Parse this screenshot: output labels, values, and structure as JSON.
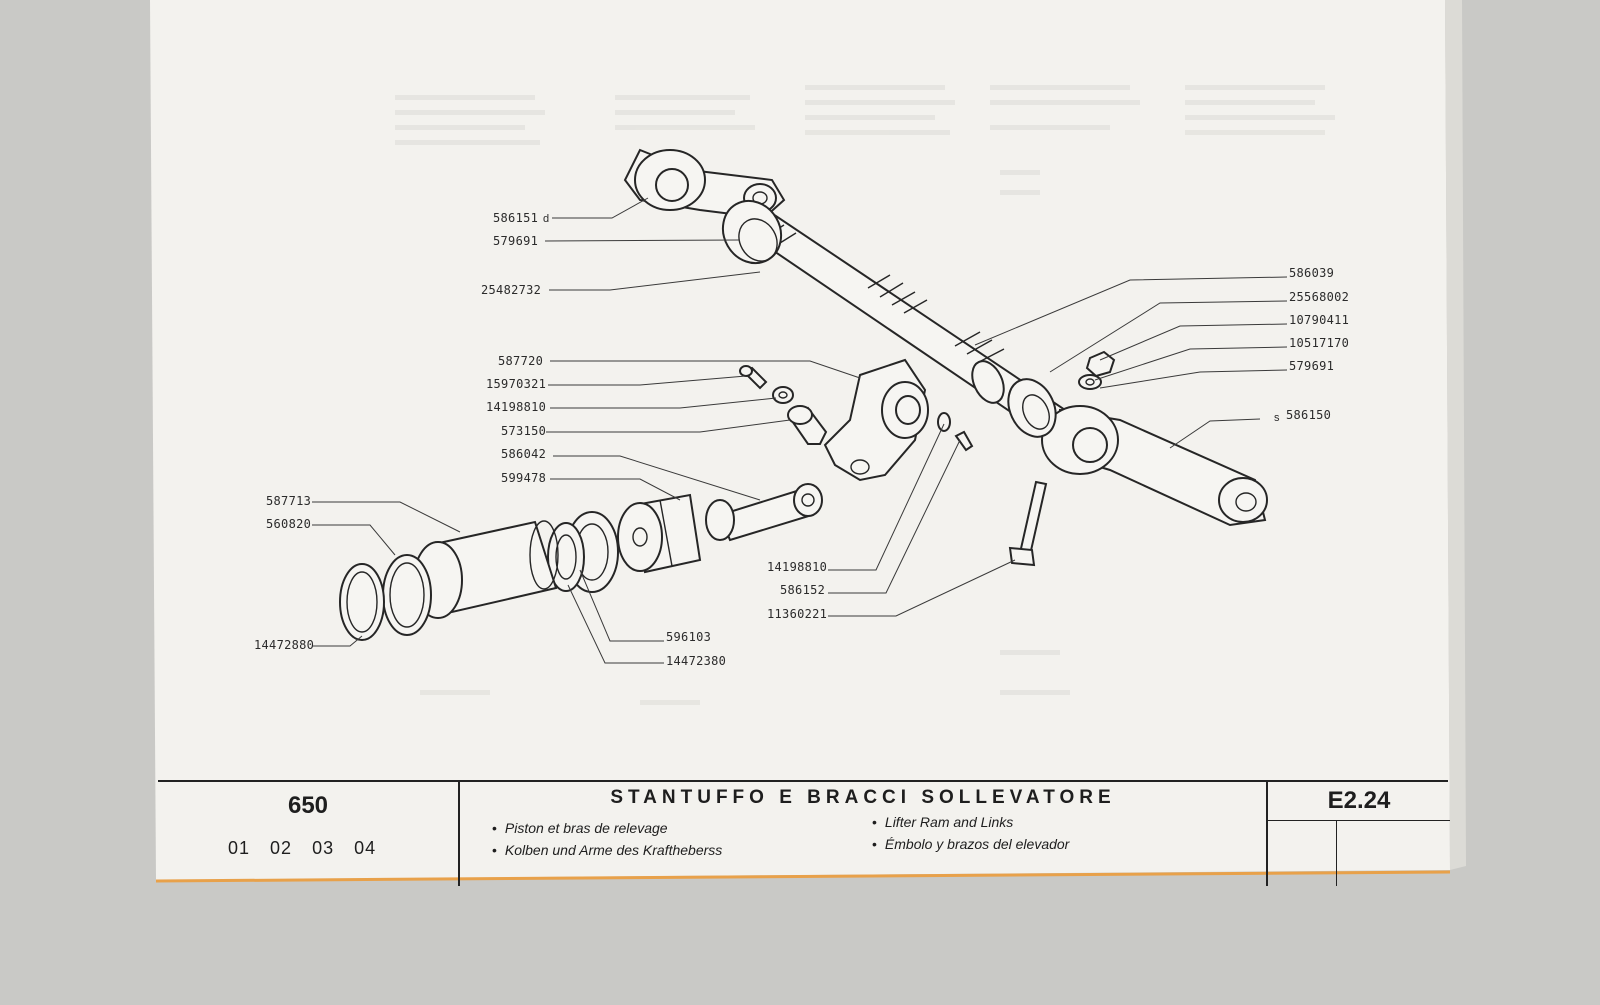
{
  "page": {
    "model": "650",
    "versions": [
      "01",
      "02",
      "03",
      "04"
    ],
    "title": "STANTUFFO E BRACCI SOLLEVATORE",
    "subtitles": {
      "french": "Piston et bras de relevage",
      "german": "Kolben und Arme des Kraftheberss",
      "english": "Lifter Ram and Links",
      "spanish": "Émbolo y brazos del elevador"
    },
    "sheet_code": "E2.24"
  },
  "colors": {
    "paper": "#f3f2ee",
    "ink": "#262626",
    "background": "#c9c9c6",
    "orange_edge": "#e8a14a"
  },
  "parts": {
    "p586151": "586151",
    "p586151_suffix": "d",
    "p579691_top": "579691",
    "p25482732": "25482732",
    "p586039": "586039",
    "p25568002": "25568002",
    "p10790411": "10790411",
    "p10517170": "10517170",
    "p579691_right": "579691",
    "p586150": "586150",
    "p586150_prefix": "s",
    "p587720": "587720",
    "p15970321": "15970321",
    "p14198810_a": "14198810",
    "p573150": "573150",
    "p586042": "586042",
    "p599478": "599478",
    "p587713": "587713",
    "p560820": "560820",
    "p14472880": "14472880",
    "p596103": "596103",
    "p14472380": "14472380",
    "p14198810_b": "14198810",
    "p586152": "586152",
    "p11360221": "11360221"
  }
}
